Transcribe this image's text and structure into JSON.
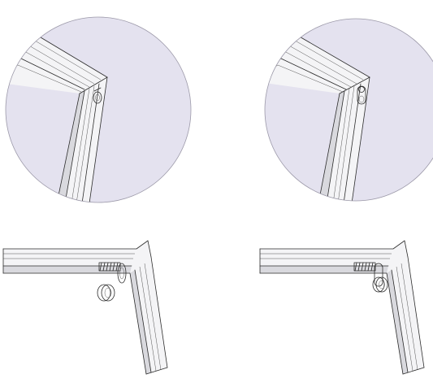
{
  "colors": {
    "background": "#ffffff",
    "detail_circle_fill": "#e4e2ef",
    "detail_circle_stroke": "#9b98a8",
    "frame_face": "#f4f4f6",
    "frame_shade": "#d9d9de",
    "line": "#2b2b2b"
  },
  "panels": [
    {
      "step": "magnified-corner-screw-loose",
      "icon": "corner-magnifier-icon"
    },
    {
      "step": "magnified-corner-screw-fastened",
      "icon": "corner-magnifier-icon"
    },
    {
      "step": "corner-joint-with-cap-removed",
      "icon": "screw-icon"
    },
    {
      "step": "corner-joint-with-cap-attached",
      "icon": "screw-icon"
    }
  ]
}
